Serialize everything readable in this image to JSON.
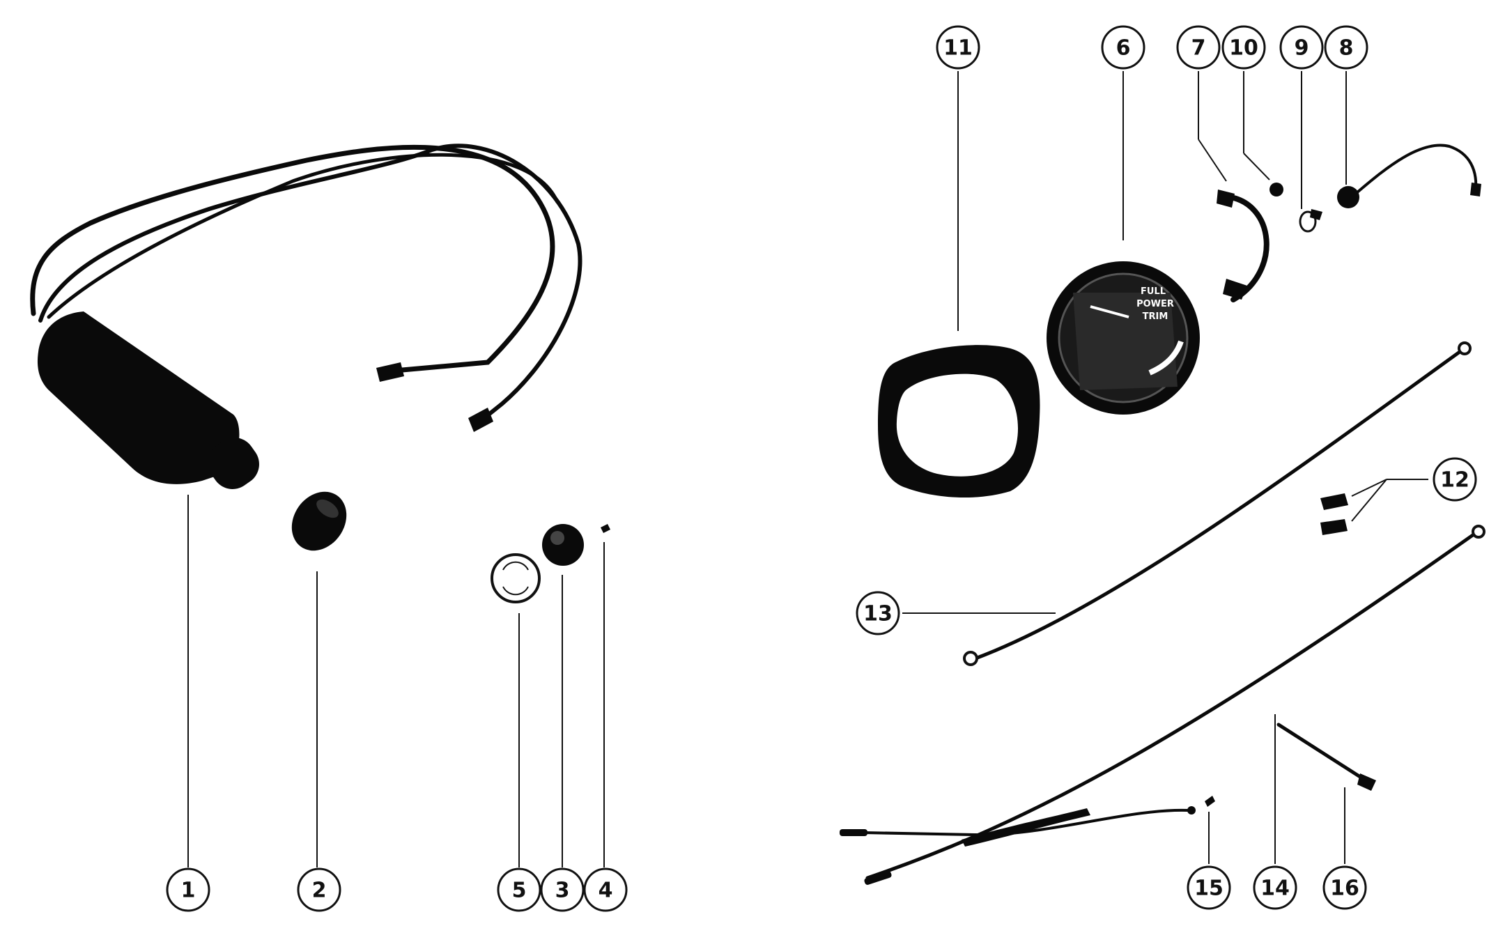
{
  "callouts": {
    "c1": "1",
    "c2": "2",
    "c3": "3",
    "c4": "4",
    "c5": "5",
    "c6": "6",
    "c7": "7",
    "c8": "8",
    "c9": "9",
    "c10": "10",
    "c11": "11",
    "c12": "12",
    "c13": "13",
    "c14": "14",
    "c15": "15",
    "c16": "16"
  },
  "gauge": {
    "face_lines": [
      "FULL",
      "POWER",
      "TRIM"
    ]
  },
  "colors": {
    "ink": "#0a0a0a",
    "paper": "#ffffff"
  }
}
